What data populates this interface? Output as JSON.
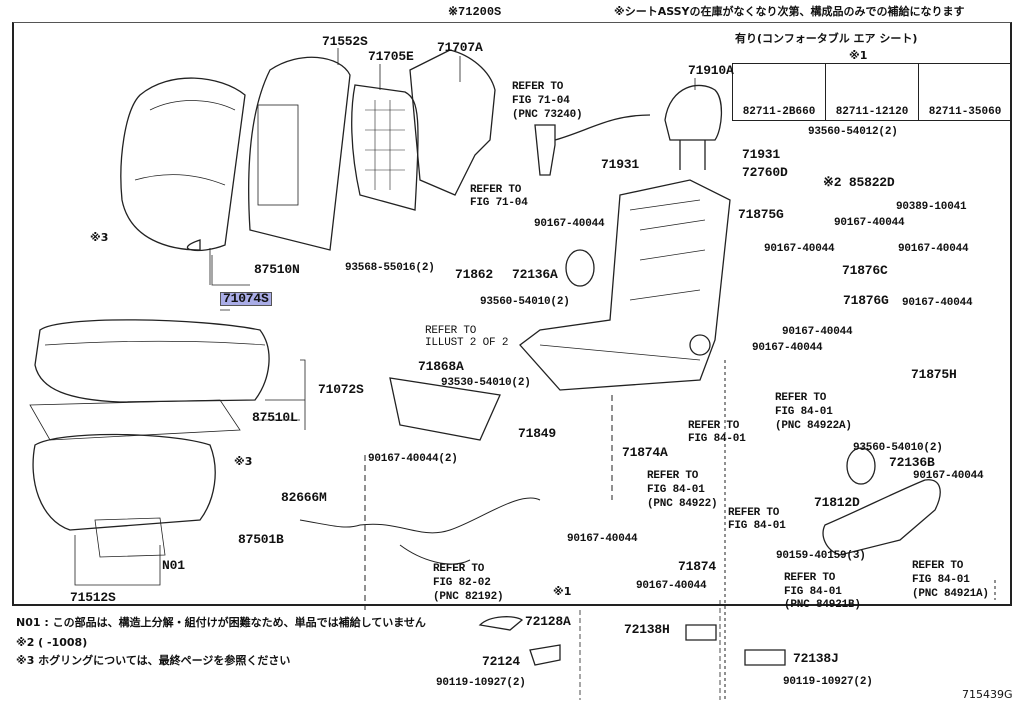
{
  "header": {
    "assembly": "※71200S",
    "note": "※シートASSYの在庫がなくなり次第、構成品のみでの補給になります"
  },
  "option_box": {
    "title": "有り(コンフォータブル エア シート)",
    "marker": "※1",
    "parts": [
      "82711-2B660",
      "82711-12120",
      "82711-35060"
    ]
  },
  "highlighted_part": "71074S",
  "callouts": [
    "71552S",
    "71705E",
    "71707A",
    "REFER TO",
    "FIG 71-04",
    "(PNC 73240)",
    "71910A",
    "93560-54012(2)",
    "71931",
    "71931",
    "72760D",
    "※2 85822D",
    "90389-10041",
    "REFER TO",
    "FIG 71-04",
    "71875G",
    "90167-40044",
    "90167-40044",
    "90167-40044",
    "90167-40044",
    "71862",
    "72136A",
    "71876C",
    "93560-54010(2)",
    "90167-40044",
    "71876G",
    "90167-40044",
    "90167-40044",
    "93568-55016(2)",
    "87510N",
    "REFER TO",
    "ILLUST 2 OF 2",
    "71868A",
    "71072S",
    "93530-54010(2)",
    "71875H",
    "87510L",
    "REFER TO",
    "FIG 84-01",
    "REFER TO",
    "FIG 84-01",
    "(PNC 84922A)",
    "93560-54010(2)",
    "72136B",
    "71849",
    "71874A",
    "90167-40044(2)",
    "※3",
    "REFER TO",
    "FIG 84-01",
    "(PNC 84922)",
    "90167-40044",
    "82666M",
    "REFER TO",
    "FIG 84-01",
    "71812D",
    "87501B",
    "90167-40044",
    "N01",
    "REFER TO",
    "FIG 82-02",
    "(PNC 82192)",
    "90159-40159(3)",
    "71874",
    "※1",
    "90167-40044",
    "REFER TO",
    "FIG 84-01",
    "(PNC 84921B)",
    "REFER TO",
    "FIG 84-01",
    "(PNC 84921A)",
    "71512S",
    "※3",
    "72128A",
    "72124",
    "90119-10927(2)",
    "72138H",
    "72138J",
    "90119-10927(2)"
  ],
  "notes": [
    "N01 : この部品は、構造上分解・組付けが困難なため、単品では補給していません",
    "※2 (     -1008)",
    "※3 ホグリングについては、最終ページを参照ください"
  ],
  "figure_id": "715439G"
}
